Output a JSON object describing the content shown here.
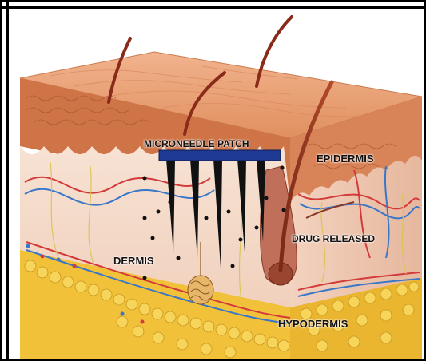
{
  "labels": {
    "patch": "MICRONEEDLE PATCH",
    "epidermis": "EPIDERMIS",
    "drug": "DRUG RELEASED",
    "dermis": "DERMIS",
    "hypodermis": "HYPODERMIS"
  },
  "colors": {
    "patch": "#1f3a93",
    "needle": "#111111",
    "skin_top": "#e8a07a",
    "epidermis": "#c96a3c",
    "dermis": "#f4d9c8",
    "fat": "#f2c43a",
    "vessel_red": "#d33a3a",
    "vessel_blue": "#3a77c8",
    "nerve": "#e2cf5a"
  }
}
